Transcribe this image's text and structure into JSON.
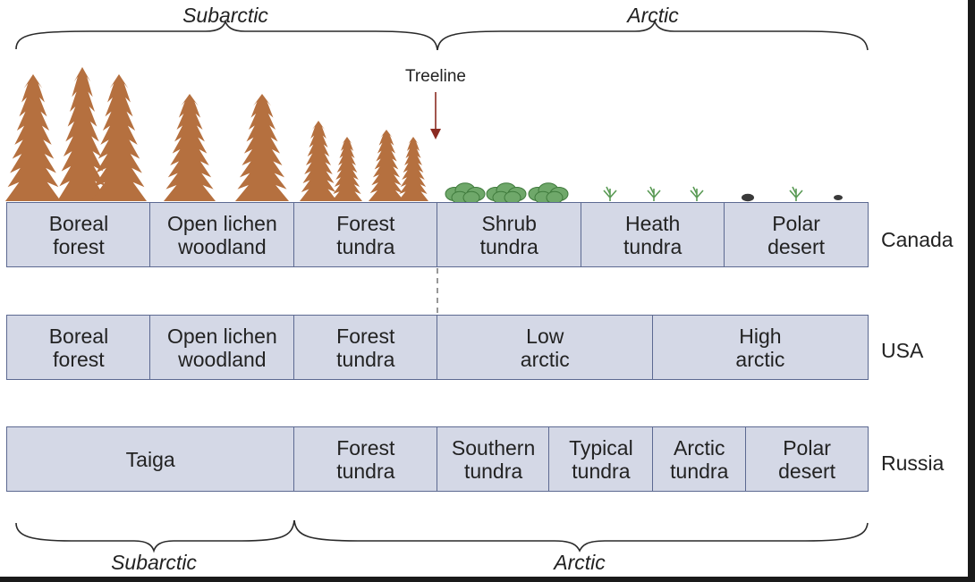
{
  "regions_top": [
    {
      "label": "Subarctic"
    },
    {
      "label": "Arctic"
    }
  ],
  "regions_bottom": [
    {
      "label": "Subarctic"
    },
    {
      "label": "Arctic"
    }
  ],
  "treeline": {
    "label": "Treeline"
  },
  "rows": [
    {
      "country": "Canada",
      "zones": [
        {
          "lines": [
            "Boreal",
            "forest"
          ],
          "span": 1
        },
        {
          "lines": [
            "Open lichen",
            "woodland"
          ],
          "span": 1
        },
        {
          "lines": [
            "Forest",
            "tundra"
          ],
          "span": 1
        },
        {
          "lines": [
            "Shrub",
            "tundra"
          ],
          "span": 1
        },
        {
          "lines": [
            "Heath",
            "tundra"
          ],
          "span": 1
        },
        {
          "lines": [
            "Polar",
            "desert"
          ],
          "span": 1
        }
      ]
    },
    {
      "country": "USA",
      "zones": [
        {
          "lines": [
            "Boreal",
            "forest"
          ],
          "span": 1
        },
        {
          "lines": [
            "Open lichen",
            "woodland"
          ],
          "span": 1
        },
        {
          "lines": [
            "Forest",
            "tundra"
          ],
          "span": 1
        },
        {
          "lines": [
            "Low",
            "arctic"
          ],
          "span": 1.5
        },
        {
          "lines": [
            "High",
            "arctic"
          ],
          "span": 1.5
        }
      ]
    },
    {
      "country": "Russia",
      "zones": [
        {
          "lines": [
            "Taiga"
          ],
          "span": 2
        },
        {
          "lines": [
            "Forest",
            "tundra"
          ],
          "span": 1
        },
        {
          "lines": [
            "Southern",
            "tundra"
          ],
          "span": 0.78
        },
        {
          "lines": [
            "Typical",
            "tundra"
          ],
          "span": 0.72
        },
        {
          "lines": [
            "Arctic",
            "tundra"
          ],
          "span": 0.65
        },
        {
          "lines": [
            "Polar",
            "desert"
          ],
          "span": 0.85
        }
      ]
    }
  ],
  "colors": {
    "box_fill": "#d4d8e6",
    "box_border": "#5c6991",
    "tree": "#b5703f",
    "shrub": "#6fa86a",
    "arrow": "#8b2b22"
  },
  "icons": [
    "conifer-tree-icon",
    "shrub-icon",
    "heath-plant-icon",
    "rock-icon"
  ]
}
